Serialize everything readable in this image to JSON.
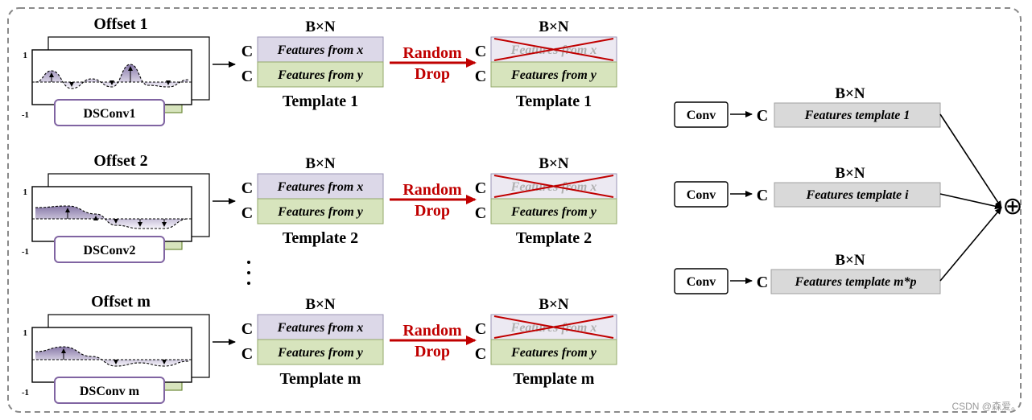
{
  "rows": [
    {
      "offset_label": "Offset 1",
      "dsconv_label": "DSConv1",
      "axis_top": "1",
      "axis_bottom": "-1",
      "dim_label": "B×N",
      "channel_label": "C",
      "features_x": "Features from x",
      "features_y": "Features from y",
      "template_label": "Template 1",
      "drop_label_1": "Random",
      "drop_label_2": "Drop",
      "dropped": "x"
    },
    {
      "offset_label": "Offset 2",
      "dsconv_label": "DSConv2",
      "axis_top": "1",
      "axis_bottom": "-1",
      "dim_label": "B×N",
      "channel_label": "C",
      "features_x": "Features from x",
      "features_y": "Features from y",
      "template_label": "Template 2",
      "drop_label_1": "Random",
      "drop_label_2": "Drop",
      "dropped": "x"
    },
    {
      "offset_label": "Offset m",
      "dsconv_label": "DSConv m",
      "axis_top": "1",
      "axis_bottom": "-1",
      "dim_label": "B×N",
      "channel_label": "C",
      "features_x": "Features from x",
      "features_y": "Features from y",
      "template_label": "Template m",
      "drop_label_1": "Random",
      "drop_label_2": "Drop",
      "dropped": "x"
    }
  ],
  "right_rows": [
    {
      "conv_label": "Conv",
      "channel_label": "C",
      "dim_label": "B×N",
      "features": "Features template 1"
    },
    {
      "conv_label": "Conv",
      "channel_label": "C",
      "dim_label": "B×N",
      "features": "Features template i"
    },
    {
      "conv_label": "Conv",
      "channel_label": "C",
      "dim_label": "B×N",
      "features": "Features template m*p"
    }
  ],
  "sum_symbol": "⊕",
  "watermark": "CSDN @森爱。",
  "colors": {
    "purple_fill": "#dcd8e8",
    "green_fill": "#d7e4bd",
    "faded_purple": "#ece9f2",
    "faded_green": "#ebf1de",
    "gray_fill": "#d9d9d9",
    "red": "#c00000",
    "border_dashed": "#7f7f7f",
    "dsconv_border": "#8064a2"
  }
}
